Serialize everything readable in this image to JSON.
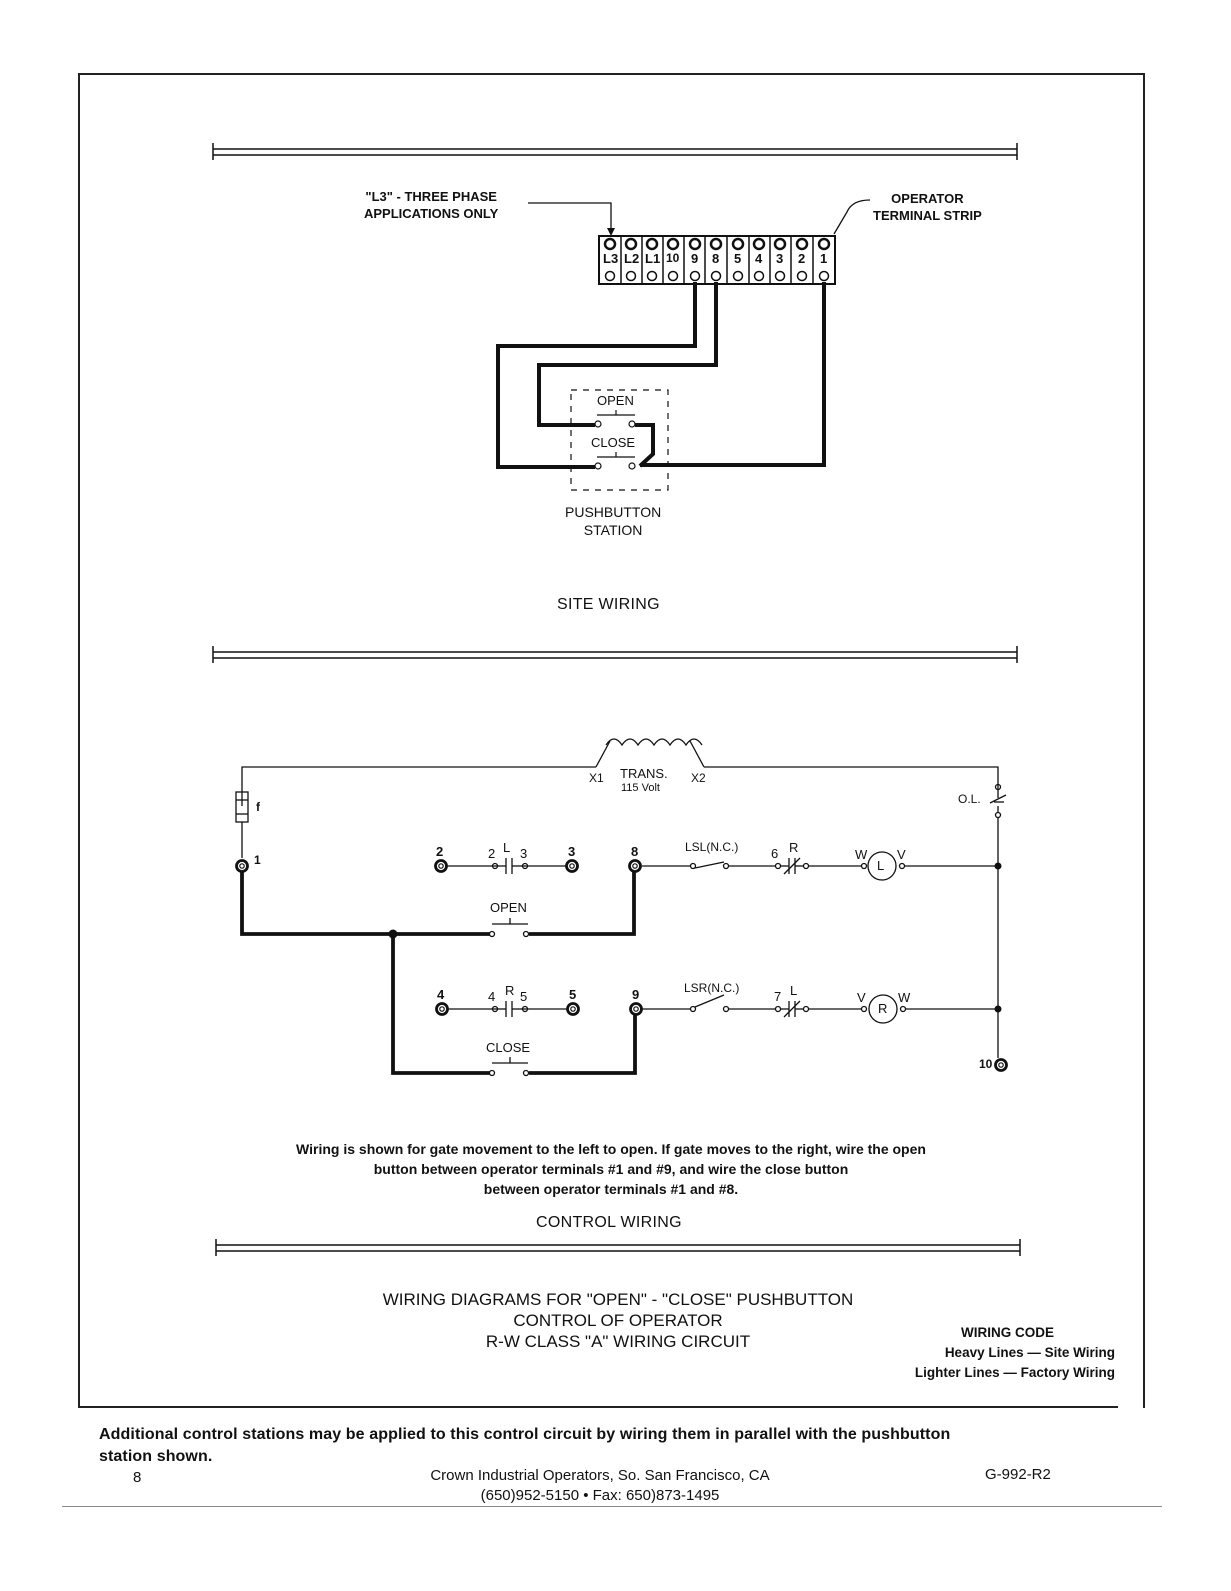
{
  "site": {
    "l3_note": [
      "\"L3\" - THREE PHASE",
      "APPLICATIONS ONLY"
    ],
    "strip_label": [
      "OPERATOR",
      "TERMINAL STRIP"
    ],
    "terminals": [
      "L3",
      "L2",
      "L1",
      "10",
      "9",
      "8",
      "5",
      "4",
      "3",
      "2",
      "1"
    ],
    "open_label": "OPEN",
    "close_label": "CLOSE",
    "station_label": [
      "PUSHBUTTON",
      "STATION"
    ],
    "title": "SITE WIRING"
  },
  "control": {
    "trans_label": "TRANS.",
    "trans_volt": "115 Volt",
    "x1": "X1",
    "x2": "X2",
    "fuse": "f",
    "ol": "O.L.",
    "t1": "1",
    "t10": "10",
    "row1": {
      "t_a": "2",
      "contact_left": "2",
      "contact_mid": "L",
      "contact_right": "3",
      "t_b": "3",
      "t_c": "8",
      "limit": "LSL(N.C.)",
      "interlock_num": "6",
      "interlock": "R",
      "motor": "L",
      "w": "W",
      "v": "V"
    },
    "open_label": "OPEN",
    "row2": {
      "t_a": "4",
      "contact_left": "4",
      "contact_mid": "R",
      "contact_right": "5",
      "t_b": "5",
      "t_c": "9",
      "limit": "LSR(N.C.)",
      "interlock_num": "7",
      "interlock": "L",
      "motor": "R",
      "v": "V",
      "w": "W"
    },
    "close_label": "CLOSE",
    "note": [
      "Wiring is shown for gate movement to the left to open. If gate moves to the right, wire the open",
      "button between operator terminals #1 and #9, and wire the close button",
      "between operator terminals #1 and #8."
    ],
    "title": "CONTROL WIRING"
  },
  "main_title": [
    "WIRING DIAGRAMS FOR \"OPEN\" - \"CLOSE\" PUSHBUTTON",
    "CONTROL OF OPERATOR",
    "R-W CLASS \"A\" WIRING CIRCUIT"
  ],
  "wiring_code": [
    "WIRING CODE",
    "Heavy Lines — Site Wiring",
    "Lighter Lines — Factory Wiring"
  ],
  "bottom_note": [
    "Additional control stations may be applied to this control circuit by wiring them in parallel with the pushbutton",
    "station shown."
  ],
  "footer": {
    "page": "8",
    "line1": "Crown Industrial Operators, So. San Francisco, CA",
    "line2": "(650)952-5150 • Fax: 650)873-1495",
    "doc": "G-992-R2"
  }
}
